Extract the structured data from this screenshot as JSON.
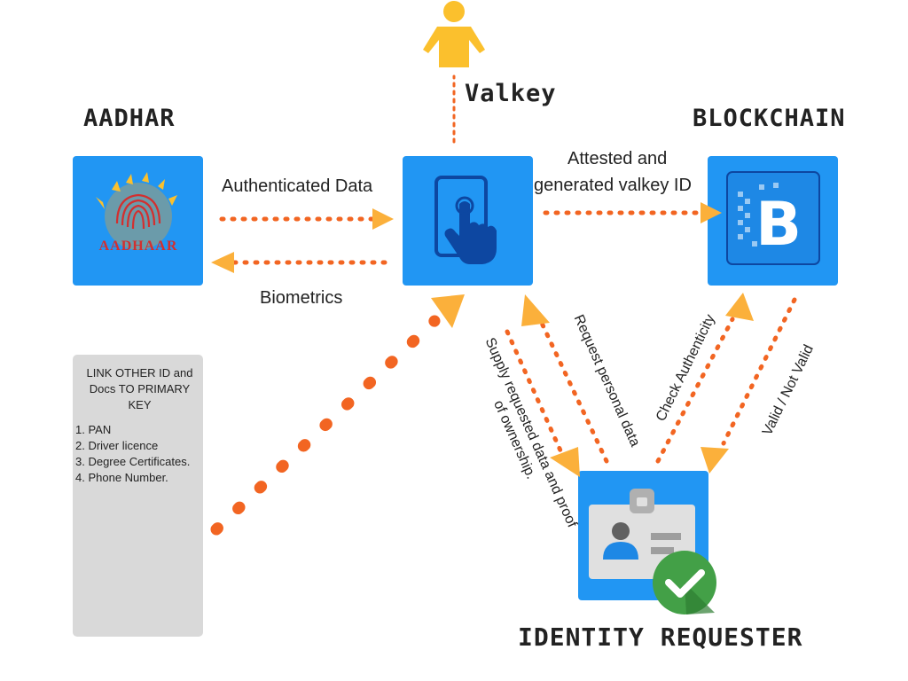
{
  "headings": {
    "aadhar": "AADHAR",
    "valkey": "Valkey",
    "blockchain": "BLOCKCHAIN",
    "identity_requester": "IDENTITY REQUESTER"
  },
  "logos": {
    "aadhaar_text": "AADHAAR",
    "bitcoin_letter": "B"
  },
  "labels": {
    "authenticated_data": "Authenticated Data",
    "biometrics": "Biometrics",
    "attested_line1": "Attested and",
    "attested_line2": "generated valkey ID",
    "supply_line1": "Supply requested data and proof",
    "supply_line2": "of ownership.",
    "request_personal": "Request personal data",
    "check_authenticity": "Check Authenticity",
    "valid_not_valid": "Valid / Not Valid"
  },
  "panel": {
    "title": "LINK OTHER ID and Docs TO PRIMARY KEY",
    "items": [
      "1. PAN",
      "2. Driver licence",
      "3. Degree Certificates.",
      "4. Phone Number."
    ]
  },
  "colors": {
    "box_blue": "#2196f3",
    "arrow_orange": "#f26522",
    "arrowhead_yellow": "#fbb03b",
    "person_yellow": "#fbc02d",
    "panel_grey": "#d9d9d9",
    "check_green": "#43a047"
  },
  "icons": {
    "user": "person-icon",
    "phone_tap": "phone-tap-icon",
    "aadhaar": "aadhaar-logo",
    "blockchain": "bitcoin-icon",
    "id_card": "id-card-icon",
    "verified": "check-icon"
  }
}
